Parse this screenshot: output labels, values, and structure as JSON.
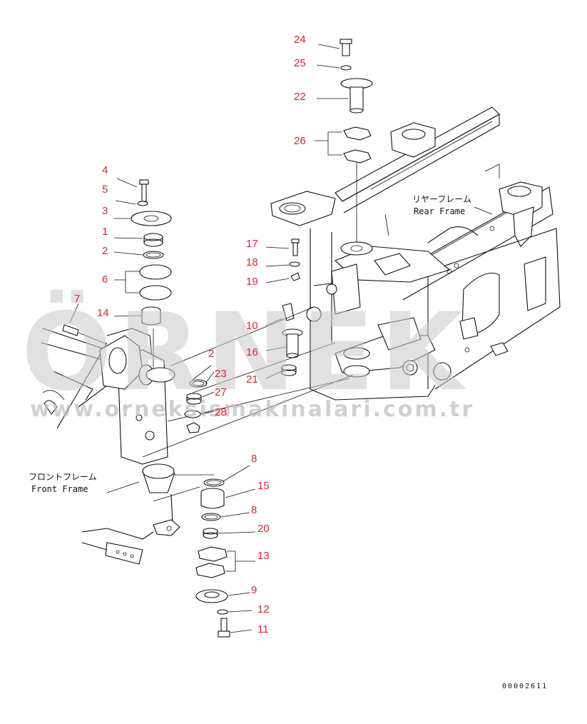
{
  "watermark": {
    "brand": "ÖRNEK",
    "url": "www.orneksismakinalari.com.tr"
  },
  "frame_labels": {
    "rear_jp": "リヤーフレーム",
    "rear_en": "Rear Frame",
    "front_jp": "フロントフレーム",
    "front_en": "Front Frame"
  },
  "drawing_number": "00002611",
  "callouts": [
    "24",
    "25",
    "22",
    "26",
    "4",
    "5",
    "3",
    "1",
    "2",
    "6",
    "7",
    "14",
    "17",
    "18",
    "19",
    "10",
    "16",
    "21",
    "2",
    "23",
    "27",
    "28",
    "8",
    "15",
    "8",
    "20",
    "13",
    "9",
    "12",
    "11"
  ],
  "colors": {
    "callout": "#d9282f",
    "line": "#111111",
    "watermark": "#c9c9c9"
  }
}
